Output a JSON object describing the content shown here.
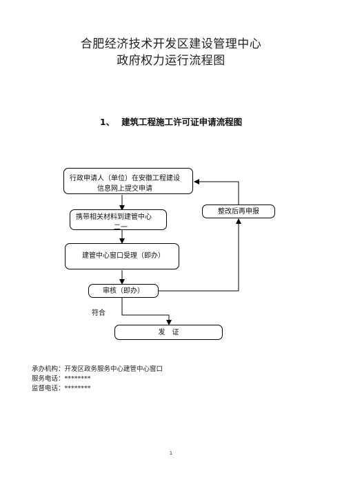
{
  "header": {
    "title_line1": "合肥经济技术开发区建设管理中心",
    "title_line2": "政府权力运行流程图"
  },
  "section": {
    "number": "1、",
    "title": "建筑工程施工许可证申请流程图"
  },
  "flowchart": {
    "step_apply": {
      "line1": "行政申请人（单位）在安徽工程建设",
      "line2": "信息网上提交申请"
    },
    "step_submit_materials": {
      "line1": "携带相关材料到建管中心",
      "line2": "二一"
    },
    "step_window_accept": "建管中心窗口受理（即办）",
    "step_review": "审核（即办）",
    "step_rectify": "整改后再申报",
    "label_pass": "符合",
    "step_issue": "发　证"
  },
  "footer": {
    "agency_label": "承办机构：",
    "agency_value": "开发区政务服务中心建管中心窗口",
    "service_phone_label": "服务电话：",
    "service_phone_value": "********",
    "supervision_phone_label": "监督电话：",
    "supervision_phone_value": "********",
    "page_number": "1"
  }
}
